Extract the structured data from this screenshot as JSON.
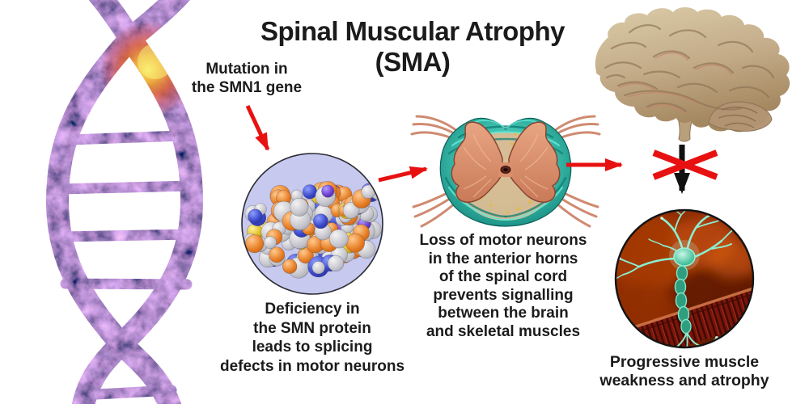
{
  "title": {
    "lines": [
      "Spinal Muscular Atrophy",
      "(SMA)"
    ]
  },
  "labels": {
    "mutation": {
      "lines": [
        "Mutation in",
        "the SMN1 gene"
      ]
    },
    "deficiency": {
      "lines": [
        "Deficiency in",
        "the SMN protein",
        "leads to splicing",
        "defects in motor neurons"
      ]
    },
    "loss": {
      "lines": [
        "Loss of motor neurons",
        "in the anterior horns",
        "of the spinal cord",
        "prevents signalling",
        "between the brain",
        "and skeletal muscles"
      ]
    },
    "progressive": {
      "lines": [
        "Progressive muscle",
        "weakness and atrophy"
      ]
    }
  },
  "illustrations": {
    "dna": "dna-double-helix-with-mutation-glow",
    "protein": "smn-protein-molecule-in-circle",
    "spinal_cord": "spinal-cord-cross-section",
    "brain": "human-brain-side-view",
    "neuron": "motor-neuron-on-muscle-in-circle"
  },
  "colors": {
    "background": "#ffffff",
    "text": "#1b1b1b",
    "arrow_red": "#e81111",
    "arrow_black": "#111111",
    "blocked_x_red": "#e81111",
    "protein_circle_bg": "#c7c9ee",
    "sphere_palette_weights": [
      0.45,
      0.3,
      0.13,
      0.09,
      0.03
    ],
    "spinal_cord_teal": "#35c2b0",
    "gray_matter_salmon": "#d4886a",
    "brain_tan": "#c3ab88",
    "neuron_teal": "#8beed2",
    "muscle_red": "#7a150a",
    "mutation_glow": "#f2b238"
  }
}
